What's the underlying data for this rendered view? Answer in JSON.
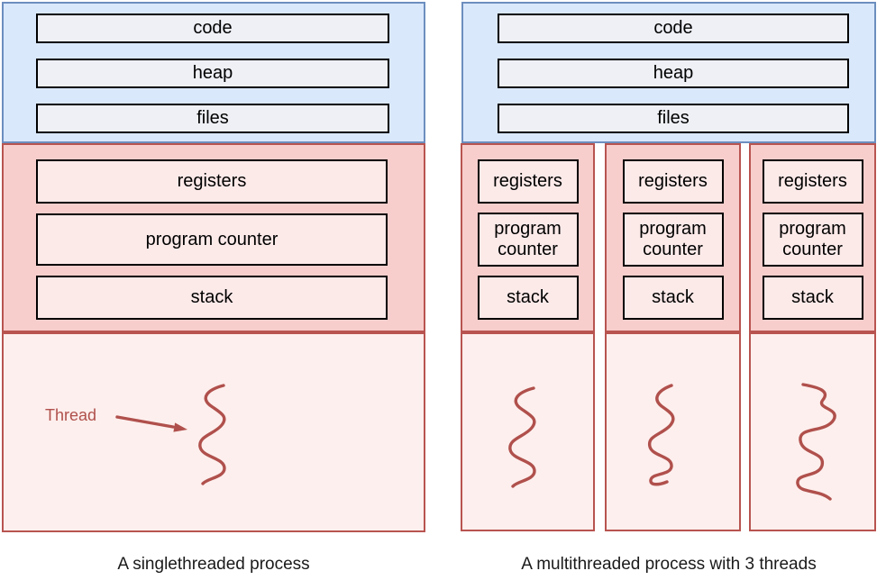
{
  "palette": {
    "blue_fill": "#dae8fc",
    "blue_stroke": "#6c8ebf",
    "gray_fill": "#eef0f6",
    "box_stroke": "#000000",
    "red_fill": "#f8cecc",
    "red_stroke": "#b85450",
    "light_red_fill": "#fceae9",
    "thread_area_fill": "#fdefed",
    "thread_color": "#b0504c",
    "text_color": "#000000",
    "caption_color": "#1a1a1a"
  },
  "left_diagram": {
    "shared_boxes": [
      "code",
      "heap",
      "files"
    ],
    "thread_state_boxes": [
      "registers",
      "program counter",
      "stack"
    ],
    "thread_label": "Thread",
    "caption": "A singlethreaded process"
  },
  "right_diagram": {
    "shared_boxes": [
      "code",
      "heap",
      "files"
    ],
    "columns": [
      {
        "boxes": [
          "registers",
          "program counter",
          "stack"
        ]
      },
      {
        "boxes": [
          "registers",
          "program counter",
          "stack"
        ]
      },
      {
        "boxes": [
          "registers",
          "program counter",
          "stack"
        ]
      }
    ],
    "caption": "A multithreaded process with 3 threads"
  }
}
